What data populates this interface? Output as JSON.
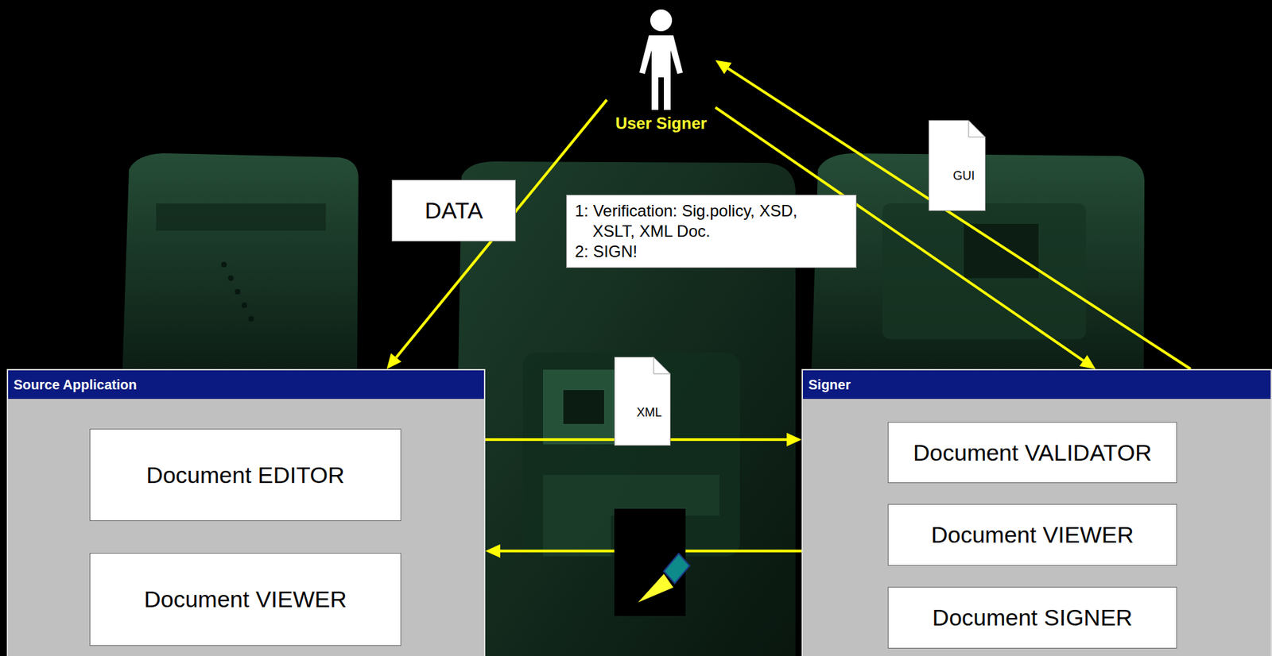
{
  "diagram": {
    "nodes": [
      {
        "text": [
          "User Signer"
        ]
      },
      {
        "text": [
          "1: Verification: Sig.policy, XSD, XSLT, XML Doc.",
          "2: SIGN!"
        ]
      },
      {
        "text": [
          "Source Application"
        ]
      },
      {
        "text": [
          "Document EDITOR"
        ],
        "in": 2
      },
      {
        "text": [
          "Document VIEWER"
        ],
        "in": 2
      },
      {
        "text": [
          "Signer"
        ]
      },
      {
        "text": [
          "Document VALIDATOR"
        ],
        "in": 5
      },
      {
        "text": [
          "Document VIEWER"
        ],
        "in": 5
      },
      {
        "text": [
          "Document SIGNER"
        ],
        "in": 5
      }
    ],
    "edges": [
      {
        "from": 0,
        "to": 2,
        "label": "DATA",
        "arrow": "to"
      },
      {
        "from": 0,
        "to": 5,
        "arrow": "to"
      },
      {
        "from": 5,
        "to": 0,
        "label": "GUI",
        "arrow": "to"
      },
      {
        "from": 2,
        "to": 5,
        "label": "XML",
        "arrow": "to"
      },
      {
        "from": 5,
        "to": 2,
        "arrow": "to"
      }
    ]
  }
}
